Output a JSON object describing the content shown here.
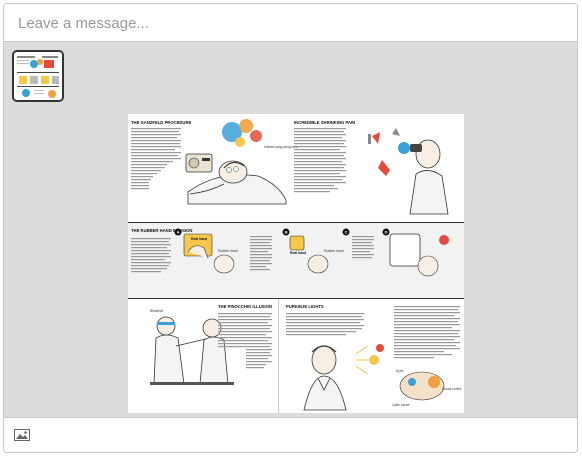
{
  "composer": {
    "placeholder": "Leave a message..."
  },
  "attachment": {
    "sections": [
      {
        "title": "THE GANZFELD PROCEDURE"
      },
      {
        "title": "INCREDIBLE SHRINKING PAIN"
      },
      {
        "title": "THE RUBBER HAND ILLUSION"
      },
      {
        "title": "THE PINOCCHIO ILLUSION"
      },
      {
        "title": "PURKINJE LIGHTS"
      }
    ],
    "labels": {
      "pingpong": "Halved ping-pong balls",
      "real_hand_1": "Real hand",
      "rubber_hand_1": "Rubber hand",
      "real_hand_2": "Real hand",
      "rubber_hand_2": "Rubber hand",
      "blindfold": "Blindfold",
      "eyes": "Eyes",
      "visual_cortex": "Visual cortex",
      "optic_nerve": "Optic nerve"
    },
    "steps": [
      "A",
      "B",
      "C",
      "D"
    ]
  },
  "footer": {
    "image_icon": "image-icon"
  }
}
